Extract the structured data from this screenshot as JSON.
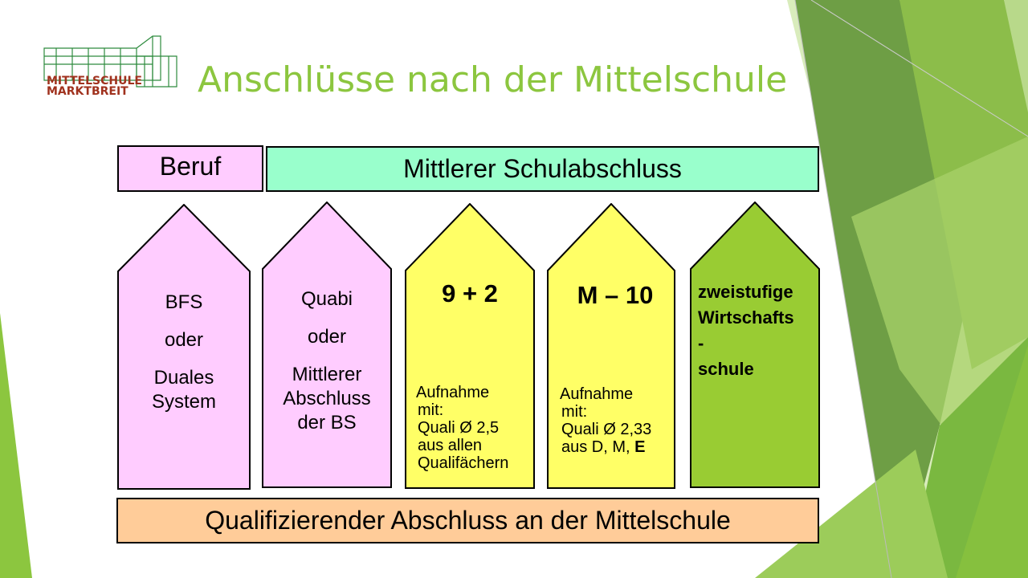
{
  "slide": {
    "title": "Anschlüsse nach der Mittelschule",
    "logo": {
      "line1": "MITTELSCHULE",
      "line2": "MARKTBREIT",
      "icon": "school-building-icon"
    },
    "colors": {
      "title": "#8cc63f",
      "logo_text": "#a0321e",
      "logo_lines": "#2e8b3e",
      "beruf_box": "#ffccff",
      "msa_box": "#99ffcc",
      "quali_box": "#ffcc99",
      "house_pink": "#ffccff",
      "house_yellow": "#ffff66",
      "house_green": "#99cc33"
    },
    "top": {
      "beruf": "Beruf",
      "msa": "Mittlerer Schulabschluss"
    },
    "houses": [
      {
        "lines": [
          "BFS",
          "oder",
          "Duales",
          "System"
        ]
      },
      {
        "lines": [
          "Quabi",
          "oder",
          "Mittlerer",
          "Abschluss",
          "der BS"
        ]
      },
      {
        "heading": "9 + 2",
        "note": [
          "Aufnahme",
          "mit:",
          "Quali Ø 2,5",
          "aus allen",
          "Qualifächern"
        ]
      },
      {
        "heading": "M – 10",
        "note": [
          "Aufnahme",
          "mit:",
          "Quali Ø 2,33",
          "aus D, M,"
        ],
        "note_bold": "E"
      },
      {
        "lines": [
          "zweistufige",
          "Wirtschafts",
          "-",
          "schule"
        ]
      }
    ],
    "bottom": "Qualifizierender Abschluss an der Mittelschule"
  }
}
